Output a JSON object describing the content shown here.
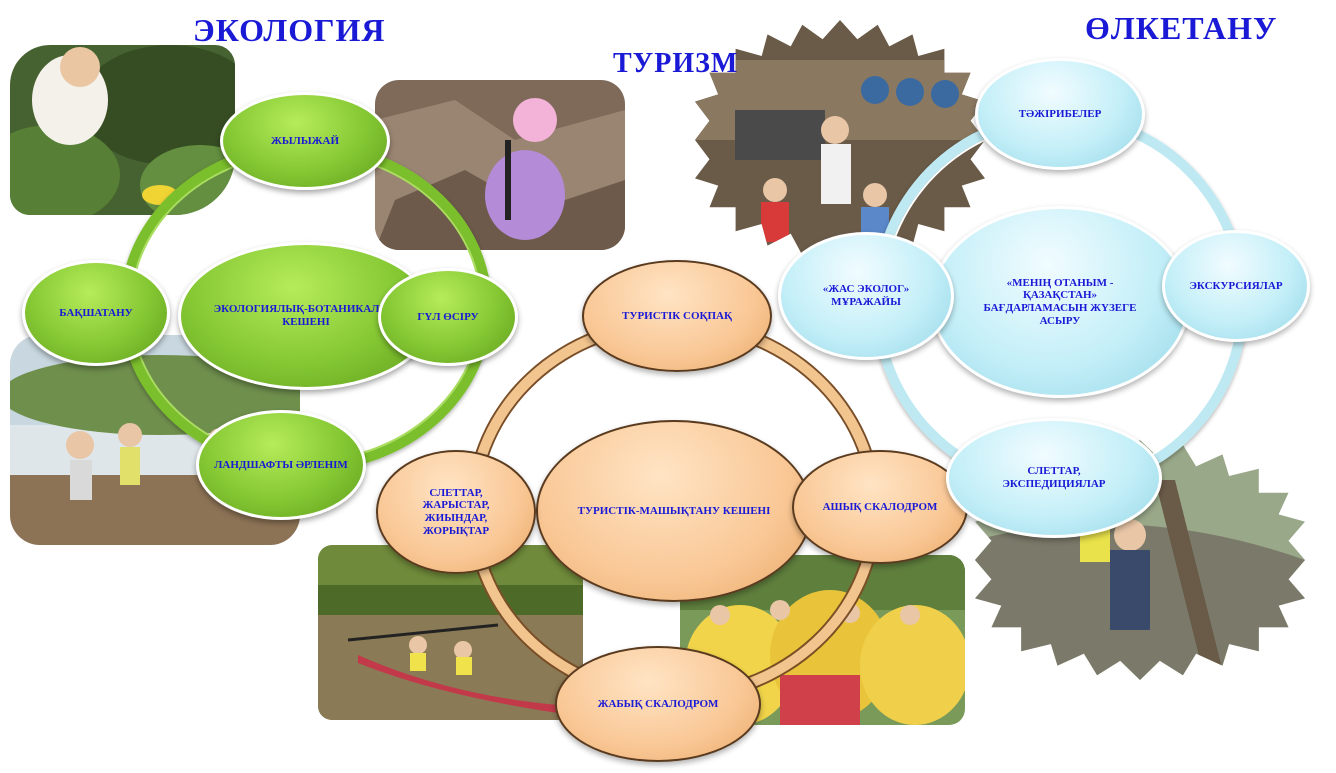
{
  "headings": {
    "ecology": "ЭКОЛОГИЯ",
    "tourism": "ТУРИЗМ",
    "local_history": "ӨЛКЕТАНУ"
  },
  "ecology_cycle": {
    "center": "ЭКОЛОГИЯЛЫҚ-БОТАНИКАЛЫҚ КЕШЕНІ",
    "nodes": [
      "ЖЫЛЫЖАЙ",
      "ГҮЛ ӨСІРУ",
      "ЛАНДШАФТЫ ӘРЛЕНІМ",
      "БАҚШАТАНУ"
    ]
  },
  "tourism_cycle": {
    "center": "ТУРИСТІК-МАШЫҚТАНУ КЕШЕНІ",
    "nodes": [
      "ТУРИСТІК СОҚПАҚ",
      "АШЫҚ СКАЛОДРОМ",
      "ЖАБЫҚ СКАЛОДРОМ",
      "СЛЕТТАР, ЖАРЫСТАР, ЖИЫНДАР, ЖОРЫҚТАР"
    ]
  },
  "local_history_cycle": {
    "center": "«МЕНІҢ ОТАНЫМ - ҚАЗАҚСТАН» БАҒДАРЛАМАСЫН ЖҮЗЕГЕ АСЫРУ",
    "nodes": [
      "ТӘЖІРИБЕЛЕР",
      "ЭКСКУРСИЯЛАР",
      "СЛЕТТАР, ЭКСПЕДИЦИЯЛАР",
      "«ЖАС ЭКОЛОГ» МҰРАЖАЙЫ"
    ]
  },
  "colors": {
    "heading": "#1a1ad6",
    "label": "#1a1ad6",
    "ecology": "#84c733",
    "tourism": "#f9c795",
    "local_history": "#c4eff8"
  }
}
